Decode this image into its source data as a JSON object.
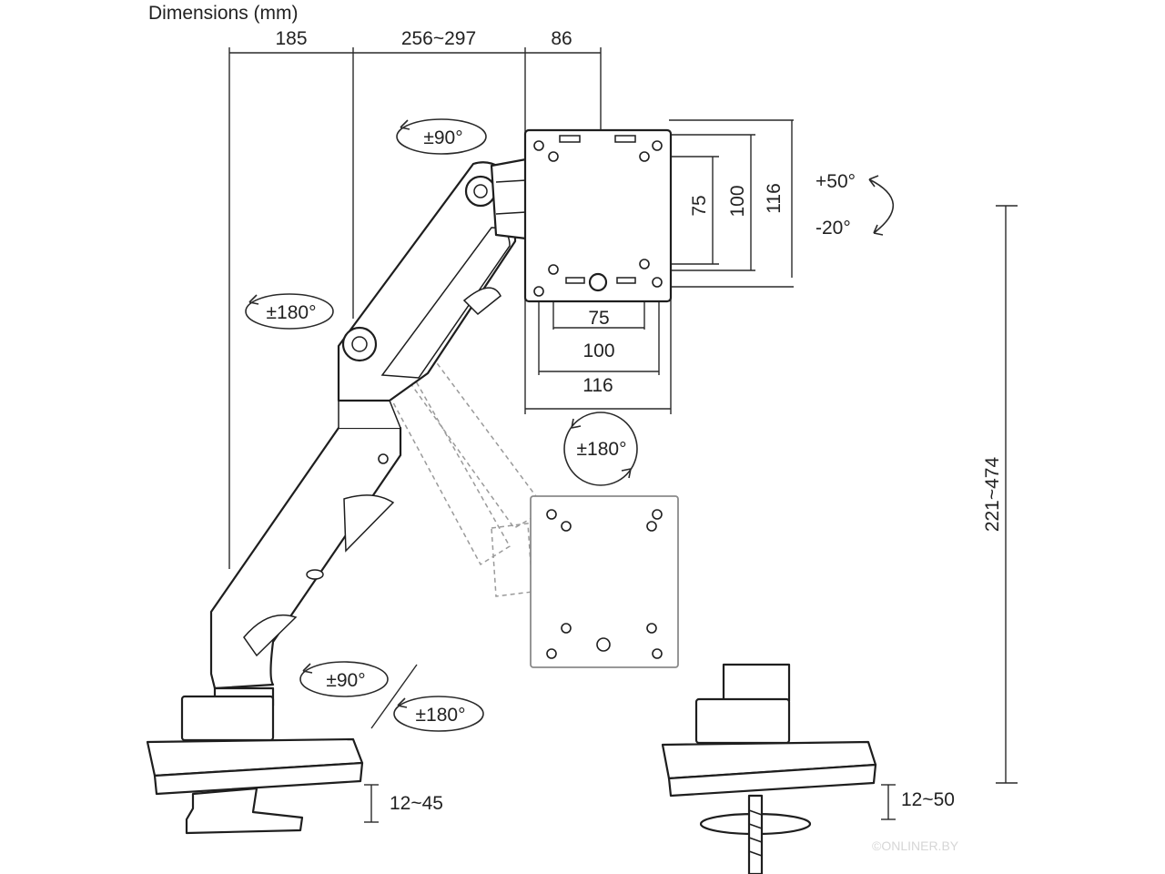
{
  "title": "Dimensions (mm)",
  "top_dimensions": [
    "185",
    "256~297",
    "86"
  ],
  "rotations": {
    "tilt_top": "±90°",
    "arm_swivel": "±180°",
    "pitch_up": "+50°",
    "pitch_down": "-20°",
    "screen_rotation": "±180°",
    "base_swivel_90": "±90°",
    "base_swivel_180": "±180°"
  },
  "vesa_vertical": [
    "75",
    "100",
    "116"
  ],
  "vesa_horizontal": [
    "75",
    "100",
    "116"
  ],
  "height_range": "221~474",
  "clamp_range": "12~45",
  "grommet_range": "12~50",
  "watermark": "©ONLINER.BY"
}
